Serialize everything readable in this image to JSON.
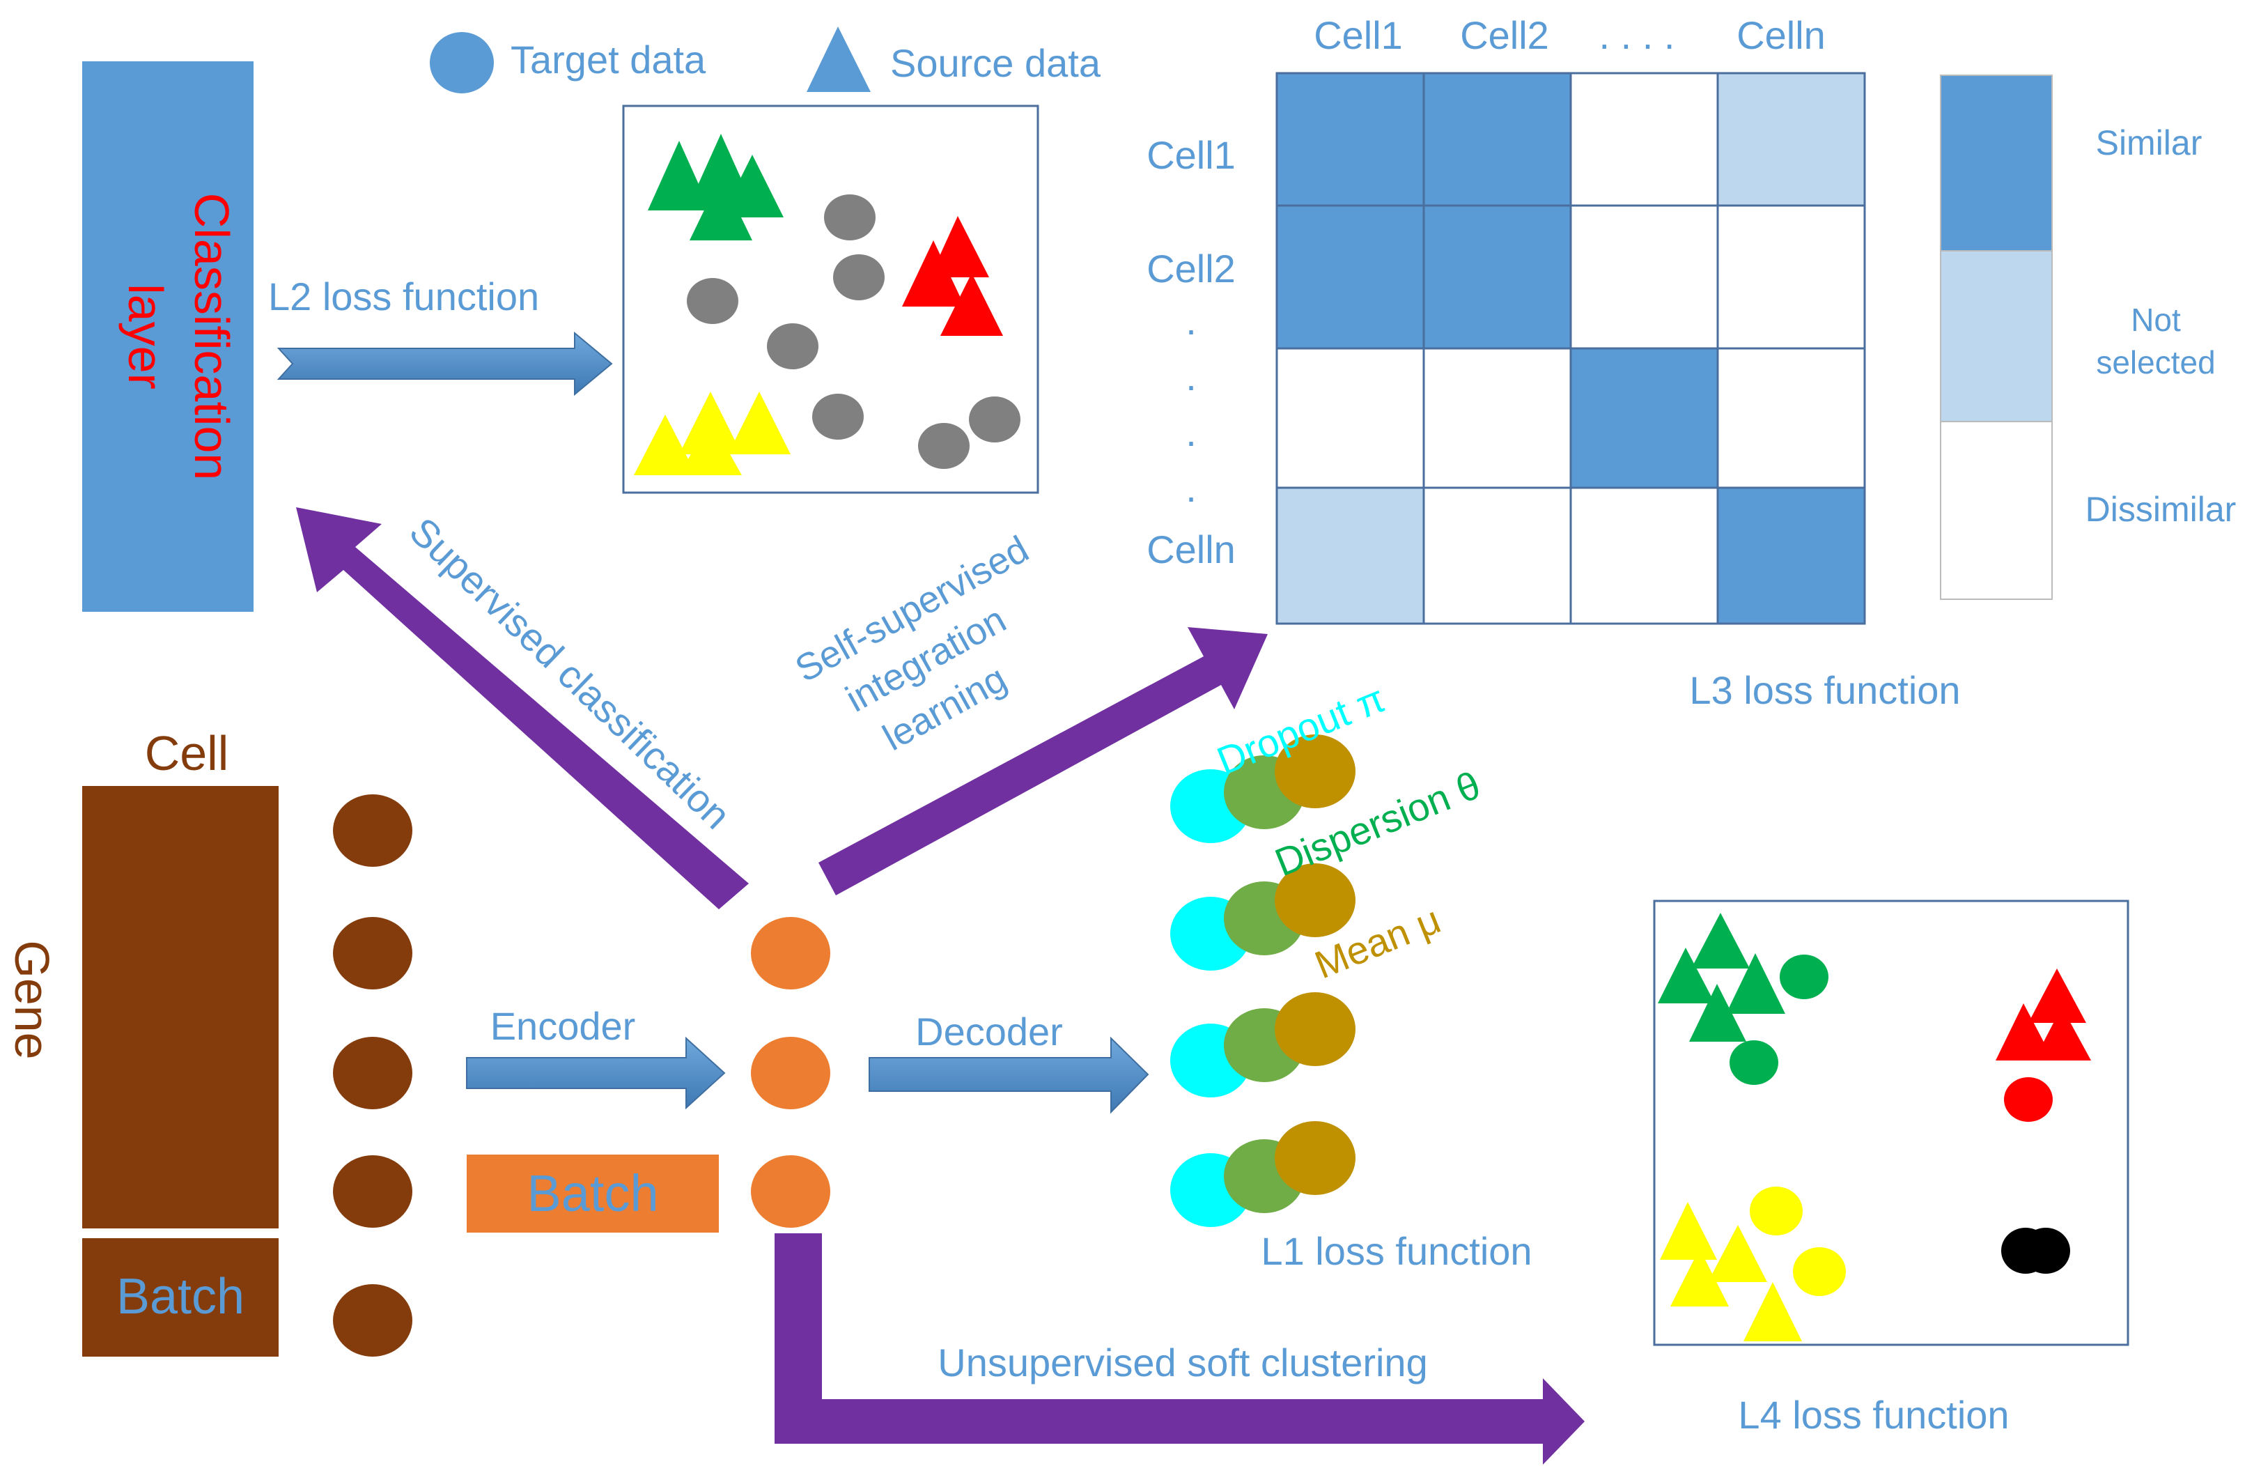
{
  "legend_top": {
    "target_label": "Target data",
    "source_label": "Source data"
  },
  "classification_layer": {
    "line1": "Classification",
    "line2": "layer"
  },
  "arrows": {
    "l2_label": "L2 loss function",
    "supervised_label": "Supervised classification",
    "self_supervised_line1": "Self-supervised",
    "self_supervised_line2": "integration",
    "self_supervised_line3": "learning",
    "encoder_label": "Encoder",
    "decoder_label": "Decoder",
    "unsupervised_label": "Unsupervised soft clustering"
  },
  "matrix": {
    "col_labels": [
      "Cell1",
      "Cell2",
      ". . . .",
      "Celln"
    ],
    "row_labels": [
      "Cell1",
      "Cell2",
      "Celln"
    ],
    "vertical_dots": [
      ".",
      ".",
      ".",
      "."
    ],
    "loss_label": "L3 loss function",
    "legend": {
      "similar": "Similar",
      "not_selected_line1": "Not",
      "not_selected_line2": "selected",
      "dissimilar": "Dissimilar"
    }
  },
  "input": {
    "cell_label": "Cell",
    "gene_label": "Gene",
    "batch_label": "Batch"
  },
  "latent": {
    "batch_label": "Batch"
  },
  "decoder_output": {
    "dropout_label": "Dropout π",
    "dispersion_label": "Dispersion θ",
    "mean_label": "Mean μ",
    "loss_label": "L1 loss function"
  },
  "clusters": {
    "loss_label": "L4 loss function"
  },
  "colors": {
    "blue": "#5b9bd5",
    "dark_blue": "#4a7fb8",
    "light_blue": "#bdd7ee",
    "purple": "#7030a0",
    "brown": "#843c0c",
    "orange": "#ed7d31",
    "red": "#ff0000",
    "green": "#00b050",
    "yellow": "#ffff00",
    "gray": "#808080",
    "cyan": "#00ffff",
    "olive": "#70ad47",
    "gold": "#bf9000"
  }
}
